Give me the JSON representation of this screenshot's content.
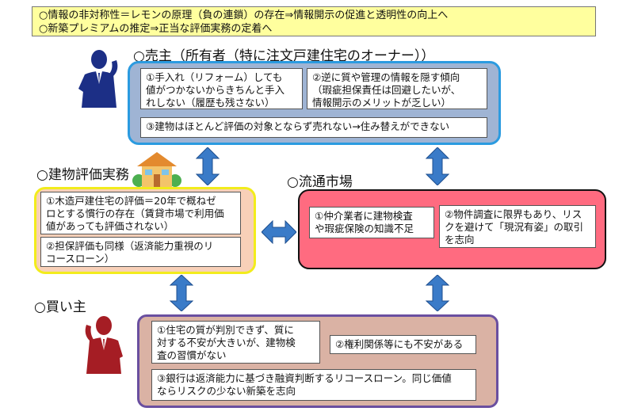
{
  "banner": {
    "line1": "○情報の非対称性＝レモンの原理（負の連鎖）の存在⇒情報開示の促進と透明性の向上へ",
    "line2": "○新築プレミアムの推定⇒正当な評価実務の定着へ"
  },
  "seller": {
    "title": "○売主（所有者（特に注文戸建住宅のオーナー））",
    "box1": "①手入れ（リフォーム）しても\n値がつかないからきちんと手入\nれしない（履歴も残さない）",
    "box2": "②逆に質や管理の情報を隠す傾向\n（瑕疵担保責任は回避したいが、\n情報開示のメリットが乏しい）",
    "box3": "③建物はほとんど評価の対象とならず売れない→住み替えができない"
  },
  "valuation": {
    "title": "○建物評価実務",
    "box1": "①木造戸建住宅の評価＝20年で概ねゼ\nロとする慣行の存在（賃貸市場で利用価\n値があっても評価されない）",
    "box2": "②担保評価も同様（返済能力重視のリ\nコースローン）"
  },
  "market": {
    "title": "○流通市場",
    "box1": "①仲介業者に建物検査\nや瑕疵保険の知識不足",
    "box2": "②物件調査に限界もあり、リス\nクを避けて「現況有姿」の取引\nを志向"
  },
  "buyer": {
    "title": "○買い主",
    "box1": "①住宅の質が判別できず、質に\n対する不安が大きいが、建物検\n査の習慣がない",
    "box2": "②権利関係等にも不安がある",
    "box3": "③銀行は返済能力に基づき融資判断するリコースローン。同じ価値\nならリスクの少ない新築を志向"
  },
  "colors": {
    "banner": "#ffff9e",
    "seller_fill": "#9fb4d4",
    "seller_border": "#2b9be0",
    "valuation_fill": "#f8d0b8",
    "valuation_border": "#f2ec1c",
    "market_fill": "#ff6b80",
    "buyer_fill": "#dab2a4",
    "buyer_border": "#6a4fa0",
    "arrow": "#3a7bc8"
  },
  "icons": [
    "person-icon",
    "house-icon",
    "double-arrow-icon"
  ]
}
